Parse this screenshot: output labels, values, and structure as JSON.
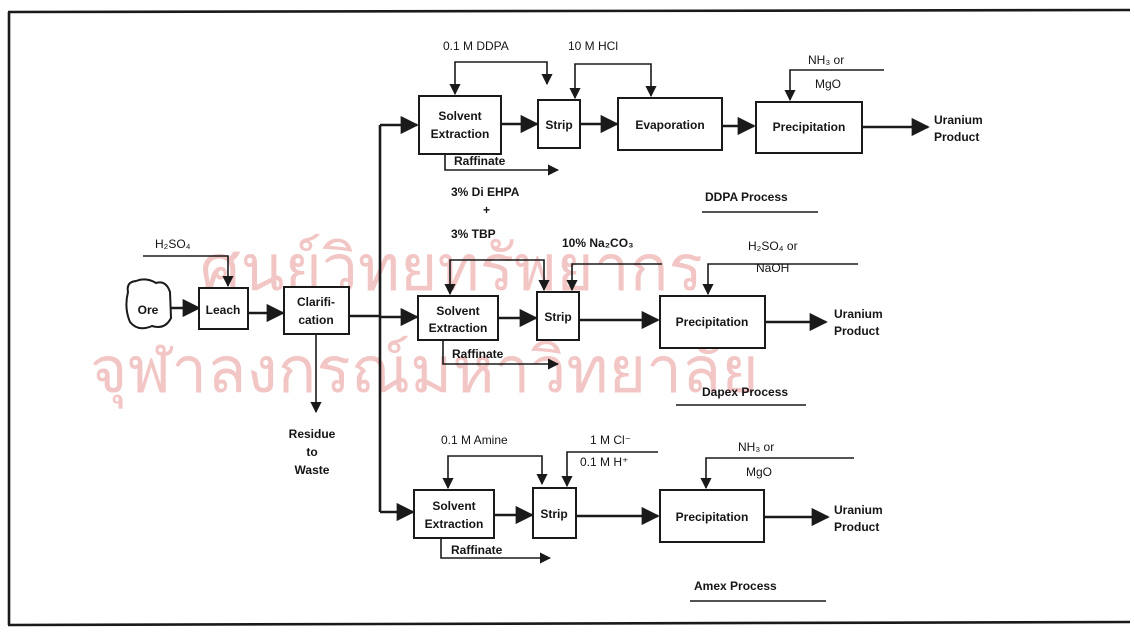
{
  "watermark": {
    "line1": "ศูนย์วิทยทรัพยากร",
    "line2": "จุฬาลงกรณ์มหาวิทยาลัย",
    "color": "#f3c6c6"
  },
  "input": {
    "ore": "Ore",
    "reagent": "H₂SO₄",
    "leach": "Leach",
    "clarification_1": "Clarifi-",
    "clarification_2": "cation",
    "residue_1": "Residue",
    "residue_2": "to",
    "residue_3": "Waste"
  },
  "ddpa": {
    "process_name": "DDPA Process",
    "sx_1": "Solvent",
    "sx_2": "Extraction",
    "extractant": "0.1 M DDPA",
    "strip": "Strip",
    "strip_reagent": "10 M HCl",
    "evaporation": "Evaporation",
    "precipitant_1": "NH₃ or",
    "precipitant_2": "MgO",
    "precipitation": "Precipitation",
    "raffinate": "Raffinate",
    "product_1": "Uranium",
    "product_2": "Product"
  },
  "dapex": {
    "process_name": "Dapex Process",
    "extractant_1": "3% Di EHPA",
    "extractant_plus": "+",
    "extractant_2": "3% TBP",
    "sx_1": "Solvent",
    "sx_2": "Extraction",
    "strip": "Strip",
    "strip_reagent": "10% Na₂CO₃",
    "precipitant_1": "H₂SO₄ or",
    "precipitant_2": "NaOH",
    "precipitation": "Precipitation",
    "raffinate": "Raffinate",
    "product_1": "Uranium",
    "product_2": "Product"
  },
  "amex": {
    "process_name": "Amex Process",
    "extractant": "0.1 M Amine",
    "sx_1": "Solvent",
    "sx_2": "Extraction",
    "strip": "Strip",
    "strip_reagent_1": "1 M Cl⁻",
    "strip_reagent_2": "0.1 M H⁺",
    "precipitant_1": "NH₃ or",
    "precipitant_2": "MgO",
    "precipitation": "Precipitation",
    "raffinate": "Raffinate",
    "product_1": "Uranium",
    "product_2": "Product"
  }
}
